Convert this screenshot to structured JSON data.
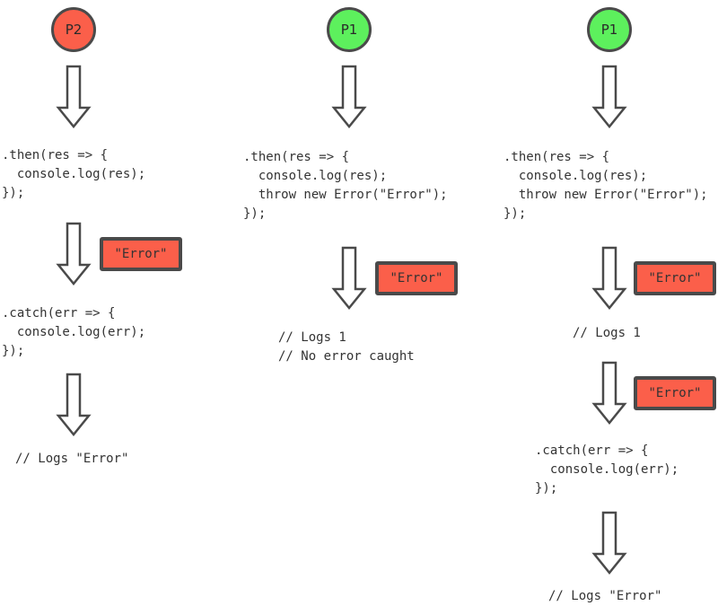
{
  "colors": {
    "red": "#fb5f4a",
    "green": "#5df05d",
    "stroke": "#4a4a4a",
    "text": "#333333"
  },
  "column_1": {
    "node": "P2",
    "then_code": ".then(res => {\n  console.log(res);\n});",
    "error_label": "\"Error\"",
    "catch_code": ".catch(err => {\n  console.log(err);\n});",
    "result": "// Logs \"Error\""
  },
  "column_2": {
    "node": "P1",
    "then_code": ".then(res => {\n  console.log(res);\n  throw new Error(\"Error\");\n});",
    "error_label": "\"Error\"",
    "result": "// Logs 1\n// No error caught"
  },
  "column_3": {
    "node": "P1",
    "then_code": ".then(res => {\n  console.log(res);\n  throw new Error(\"Error\");\n});",
    "error_label_1": "\"Error\"",
    "result_1": "// Logs 1",
    "error_label_2": "\"Error\"",
    "catch_code": ".catch(err => {\n  console.log(err);\n});",
    "result_2": "// Logs \"Error\""
  }
}
